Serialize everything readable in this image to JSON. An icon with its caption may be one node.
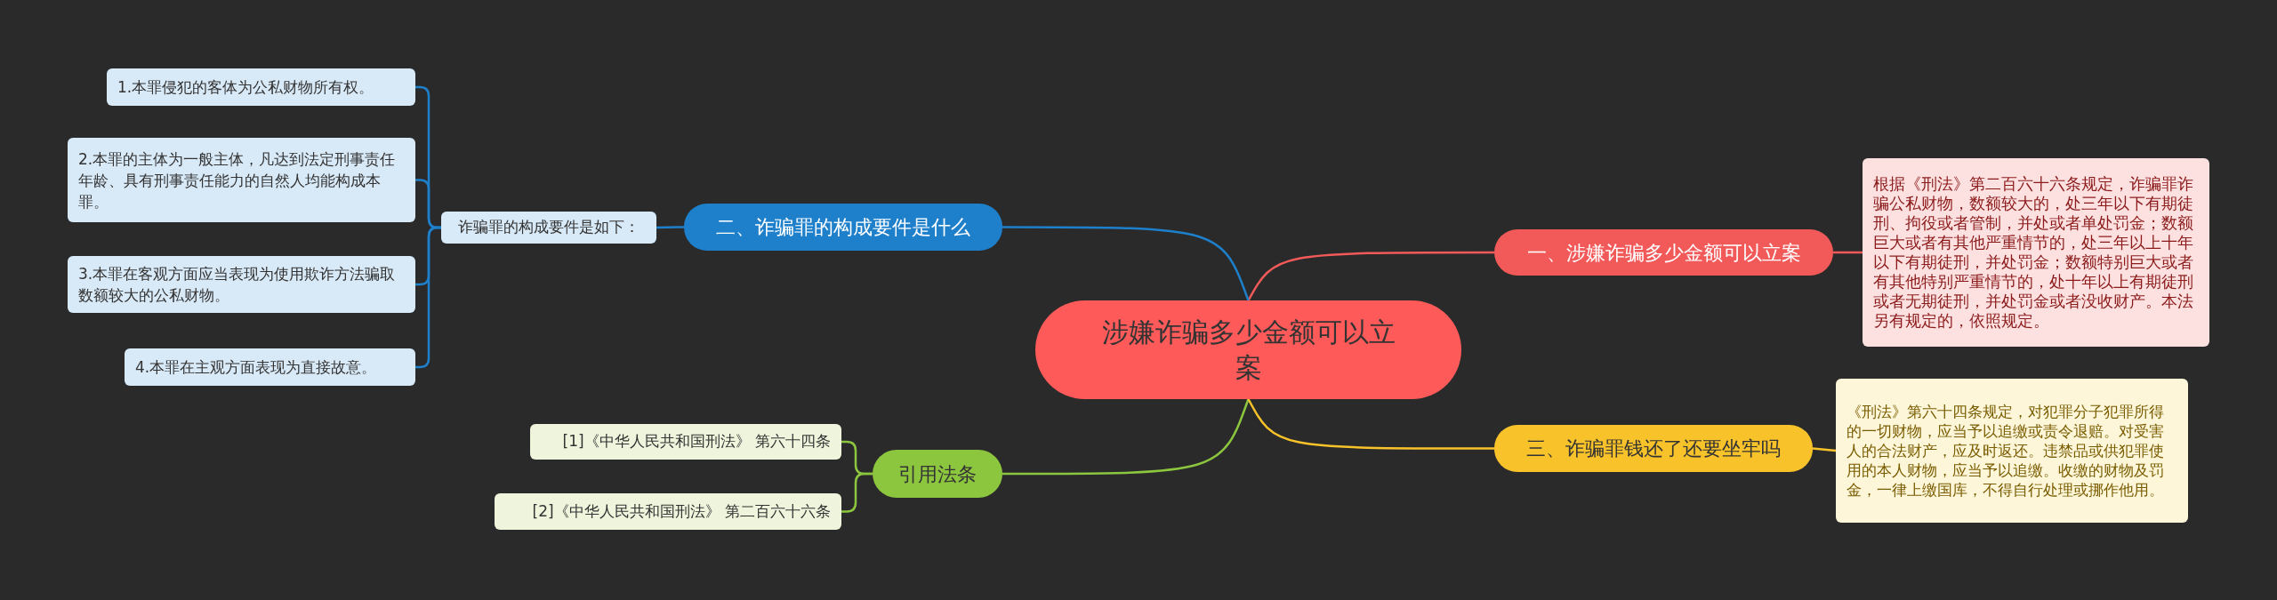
{
  "diagram": {
    "nodes": [
      {
        "text": [
          "涉嫌诈骗多少金额可以立案"
        ]
      },
      {
        "text": [
          "一、涉嫌诈骗多少金额可以立案"
        ]
      },
      {
        "text": [
          "根据《刑法》第二百六十六条规定，诈骗罪诈骗公私财物，数额较大的，处三年以下有期徒刑、拘役或者管制，并处或者单处罚金；数额巨大或者有其他严重情节的，处三年以上十年以下有期徒刑，并处罚金；数额特别巨大或者有其他特别严重情节的，处十年以上有期徒刑或者无期徒刑，并处罚金或者没收财产。本法另有规定的，依照规定。"
        ]
      },
      {
        "text": [
          "二、诈骗罪的构成要件是什么"
        ]
      },
      {
        "text": [
          "诈骗罪的构成要件是如下："
        ]
      },
      {
        "text": [
          "1.本罪侵犯的客体为公私财物所有权。"
        ]
      },
      {
        "text": [
          "2.本罪的主体为一般主体，凡达到法定刑事责任年龄、具有刑事责任能力的自然人均能构成本罪。"
        ]
      },
      {
        "text": [
          "3.本罪在客观方面应当表现为使用欺诈方法骗取数额较大的公私财物。"
        ]
      },
      {
        "text": [
          "4.本罪在主观方面表现为直接故意。"
        ]
      },
      {
        "text": [
          "引用法条"
        ]
      },
      {
        "text": [
          "[1]《中华人民共和国刑法》 第六十四条"
        ]
      },
      {
        "text": [
          "[2]《中华人民共和国刑法》 第二百六十六条"
        ]
      },
      {
        "text": [
          "三、诈骗罪钱还了还要坐牢吗"
        ]
      },
      {
        "text": [
          "《刑法》第六十四条规定，对犯罪分子犯罪所得的一切财物，应当予以追缴或责令退赔。对受害人的合法财产，应及时返还。违禁品或供犯罪使用的本人财物，应当予以追缴。收缴的财物及罚金，一律上缴国库，不得自行处理或挪作他用。"
        ]
      }
    ],
    "edges": [
      {
        "from": 0,
        "to": 1,
        "arrow": "none",
        "color": "#f25a5a"
      },
      {
        "from": 1,
        "to": 2,
        "arrow": "none",
        "color": "#f25a5a"
      },
      {
        "from": 0,
        "to": 3,
        "arrow": "none",
        "color": "#1e7fcb"
      },
      {
        "from": 3,
        "to": 4,
        "arrow": "none",
        "color": "#1e7fcb"
      },
      {
        "from": 4,
        "to": 5,
        "arrow": "none",
        "color": "#1e7fcb"
      },
      {
        "from": 4,
        "to": 6,
        "arrow": "none",
        "color": "#1e7fcb"
      },
      {
        "from": 4,
        "to": 7,
        "arrow": "none",
        "color": "#1e7fcb"
      },
      {
        "from": 4,
        "to": 8,
        "arrow": "none",
        "color": "#1e7fcb"
      },
      {
        "from": 0,
        "to": 9,
        "arrow": "none",
        "color": "#8cc63f"
      },
      {
        "from": 9,
        "to": 10,
        "arrow": "none",
        "color": "#8cc63f"
      },
      {
        "from": 9,
        "to": 11,
        "arrow": "none",
        "color": "#8cc63f"
      },
      {
        "from": 0,
        "to": 12,
        "arrow": "none",
        "color": "#f8c22a"
      },
      {
        "from": 12,
        "to": 13,
        "arrow": "none",
        "color": "#f8c22a"
      }
    ]
  }
}
